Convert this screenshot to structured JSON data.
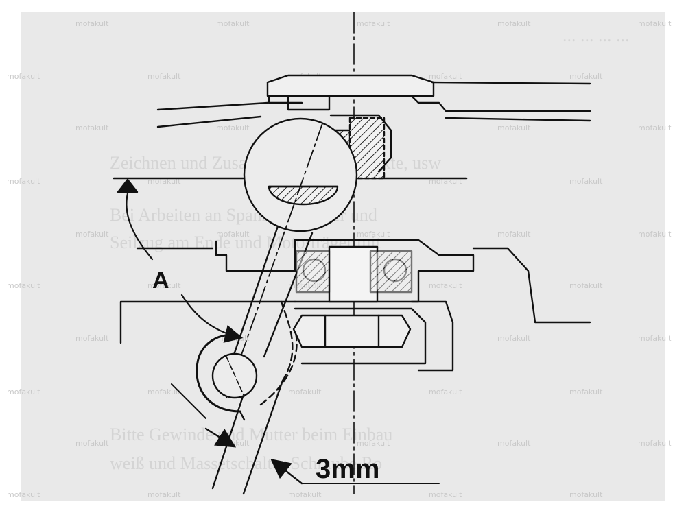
{
  "diagram": {
    "label_A": "A",
    "dimension_label": "3mm",
    "watermark": "mofakult"
  },
  "background_text": [
    "...  ...  ...  ...",
    "Zeichnen und Zusammenbauen Kontakte, usw",
    "Bei  Arbeiten  an  Spannungsträger  und",
    "Seilzug  am  Ende  und  Motorträger  mit",
    "Bitte  Gewinde  und  Mutter  beim  Einbau",
    "weiß  und  Massetschalter  Schraube  Ro"
  ],
  "colors": {
    "paper": "#e9e9e9",
    "ink": "#111111",
    "hatch": "#222222",
    "watermark": "#c9c9c9"
  }
}
